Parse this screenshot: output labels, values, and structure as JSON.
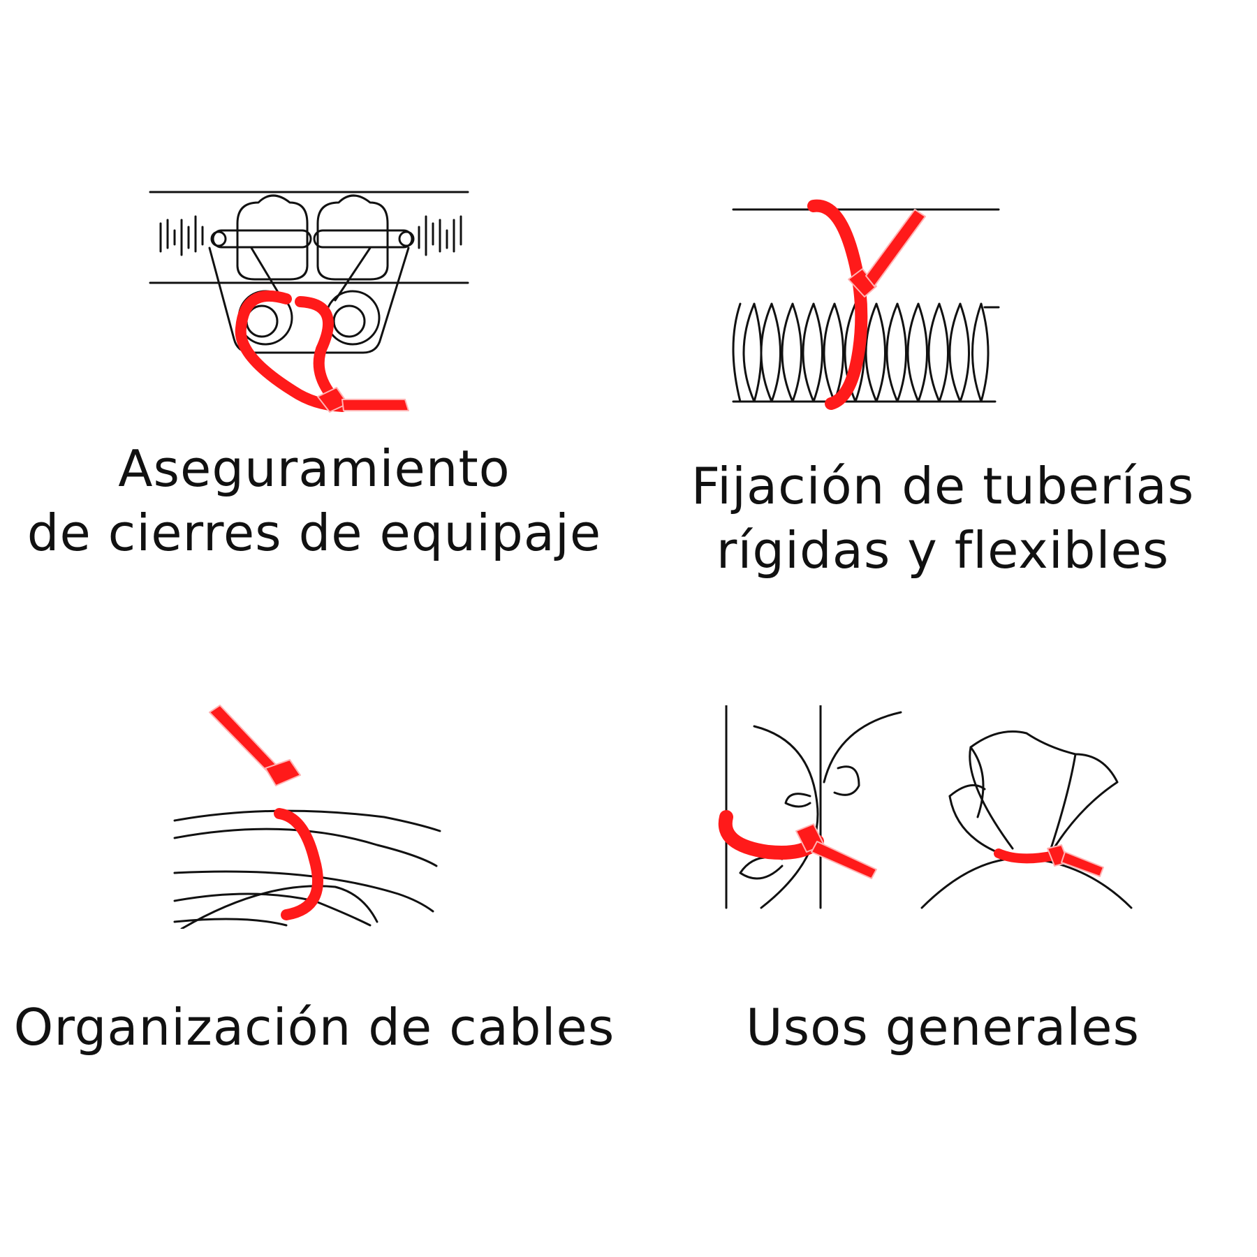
{
  "colors": {
    "tie": "#ff1a1a",
    "ink": "#111111",
    "background": "#ffffff"
  },
  "panels": [
    {
      "id": "luggage",
      "icon": "luggage-zipper-icon",
      "caption": [
        "Aseguramiento",
        "de cierres de equipaje"
      ]
    },
    {
      "id": "pipes",
      "icon": "flexible-pipe-icon",
      "caption": [
        "Fijación de tuberías",
        "rígidas y flexibles"
      ]
    },
    {
      "id": "cables",
      "icon": "cable-bundle-icon",
      "caption": [
        "Organización de cables"
      ]
    },
    {
      "id": "general",
      "icon": "plant-and-bag-icon",
      "caption": [
        "Usos generales"
      ]
    }
  ]
}
